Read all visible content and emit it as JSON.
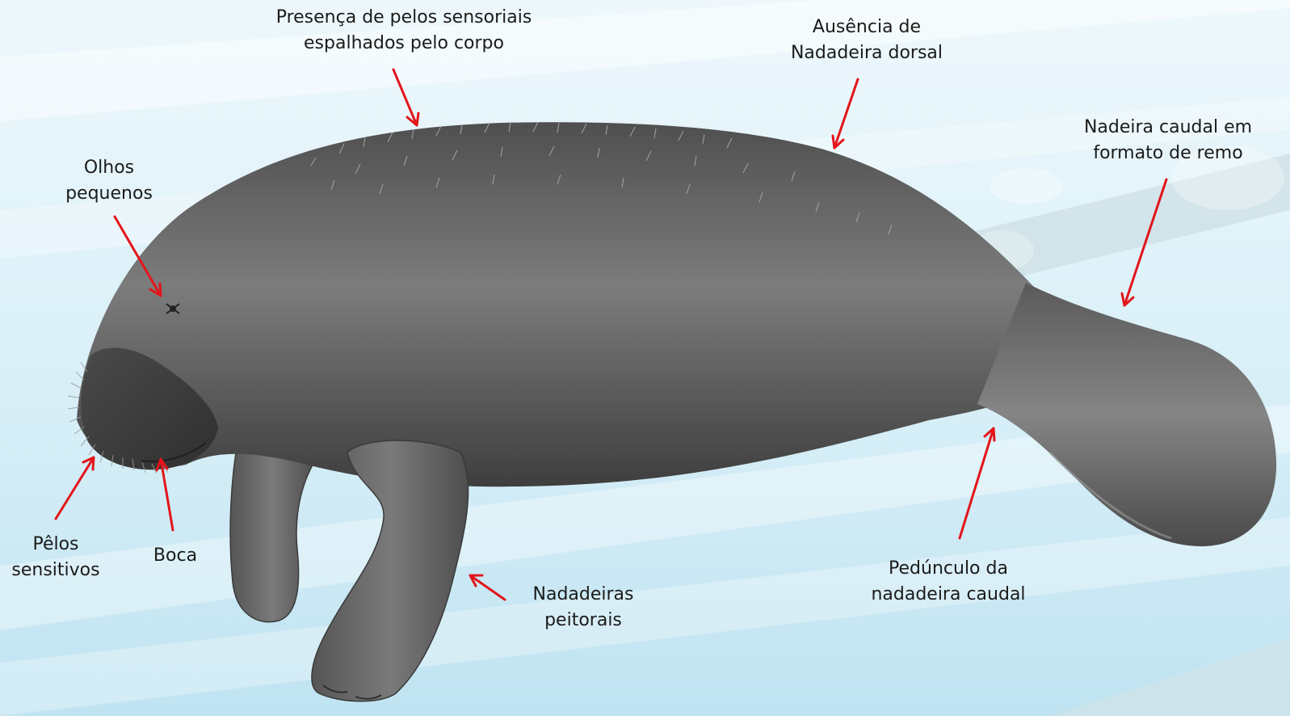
{
  "colors": {
    "arrow": "#e3151b",
    "body": "#6e6e6e",
    "background": "#dff1f8"
  },
  "labels": {
    "hairs": {
      "line1": "Presença de pelos sensoriais",
      "line2": "espalhados pelo corpo"
    },
    "dorsal": {
      "line1": "Ausência de",
      "line2": "Nadadeira dorsal"
    },
    "tail": {
      "line1": "Nadeira caudal em",
      "line2": "formato de remo"
    },
    "eyes": {
      "line1": "Olhos",
      "line2": "pequenos"
    },
    "whiskers": {
      "line1": "Pêlos",
      "line2": "sensitivos"
    },
    "mouth": {
      "line1": "Boca"
    },
    "flippers": {
      "line1": "Nadadeiras",
      "line2": "peitorais"
    },
    "peduncle": {
      "line1": "Pedúnculo da",
      "line2": "nadadeira caudal"
    }
  }
}
